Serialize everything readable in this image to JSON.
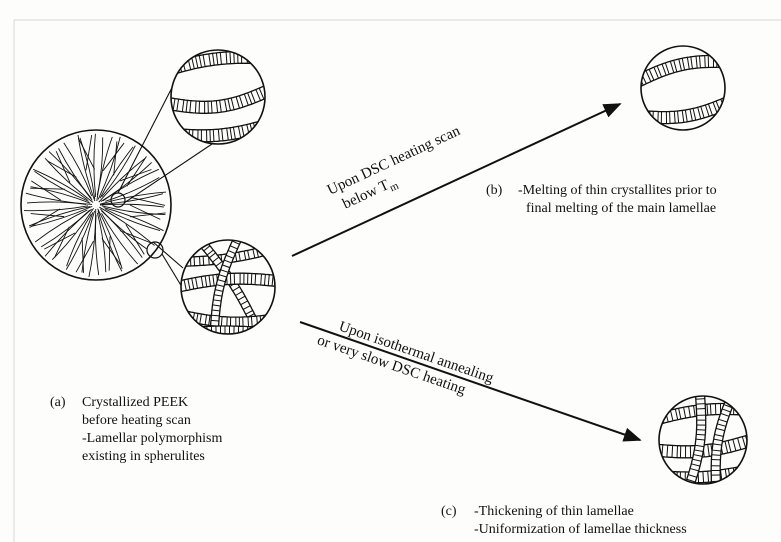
{
  "figure": {
    "panel_a": {
      "marker": "(a)",
      "lines": [
        "Crystallized PEEK",
        "before heating scan",
        "-Lamellar polymorphism",
        "existing in spherulites"
      ]
    },
    "panel_b": {
      "marker": "(b)",
      "lines": [
        "-Melting of thin crystallites prior to",
        "final melting of the main lamellae"
      ]
    },
    "panel_c": {
      "marker": "(c)",
      "lines": [
        "-Thickening of thin lamellae",
        "-Uniformization of lamellae thickness"
      ]
    },
    "arrow_upper": {
      "line1": "Upon DSC heating scan",
      "line2_prefix": "below T",
      "line2_subscript": "m"
    },
    "arrow_lower": {
      "line1": "Upon isothermal annealing",
      "line2": "or very slow DSC heating"
    }
  },
  "colors": {
    "ink": "#111111",
    "background": "#fdfdfb",
    "frame": "#d8d8d8"
  },
  "icons": [
    "spherulite-icon",
    "magnified-lamellae-icon",
    "arrow-icon"
  ]
}
